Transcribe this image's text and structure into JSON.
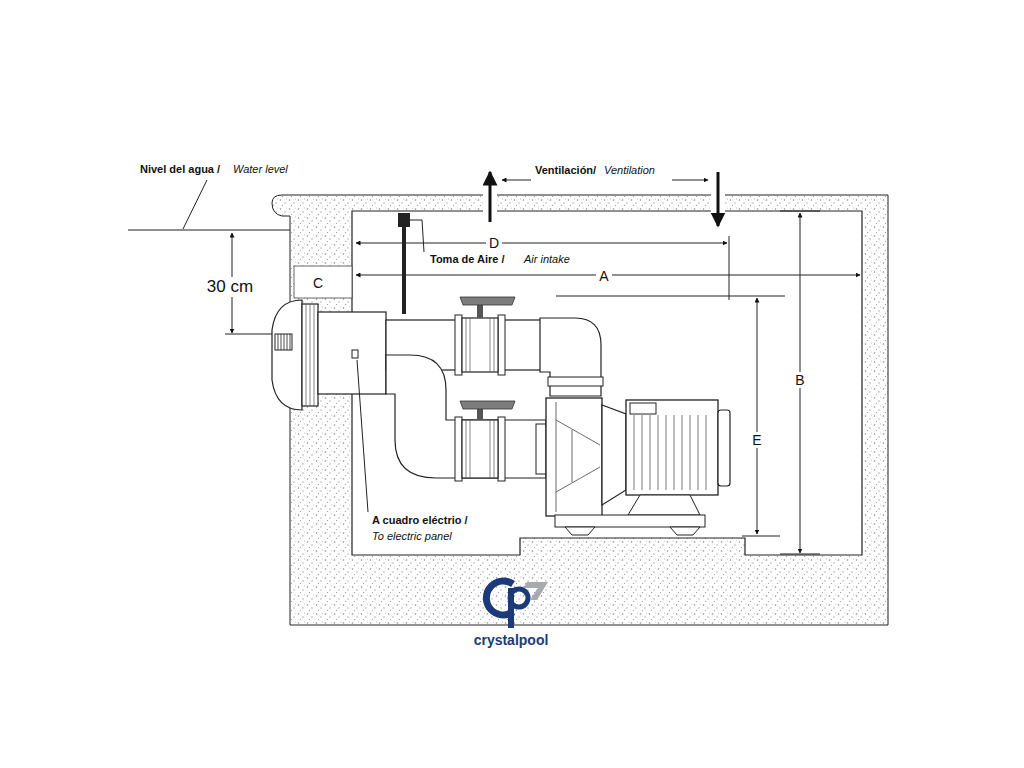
{
  "diagram": {
    "labels": [
      "Nivel del agua /",
      "Water level",
      "Ventilación/",
      "Ventilation",
      "30 cm",
      "C",
      "D",
      "Toma de Aire /",
      "Air intake",
      "A",
      "B",
      "E",
      "A cuadro eléctrio /",
      "To electric panel",
      "crystalpool"
    ]
  }
}
